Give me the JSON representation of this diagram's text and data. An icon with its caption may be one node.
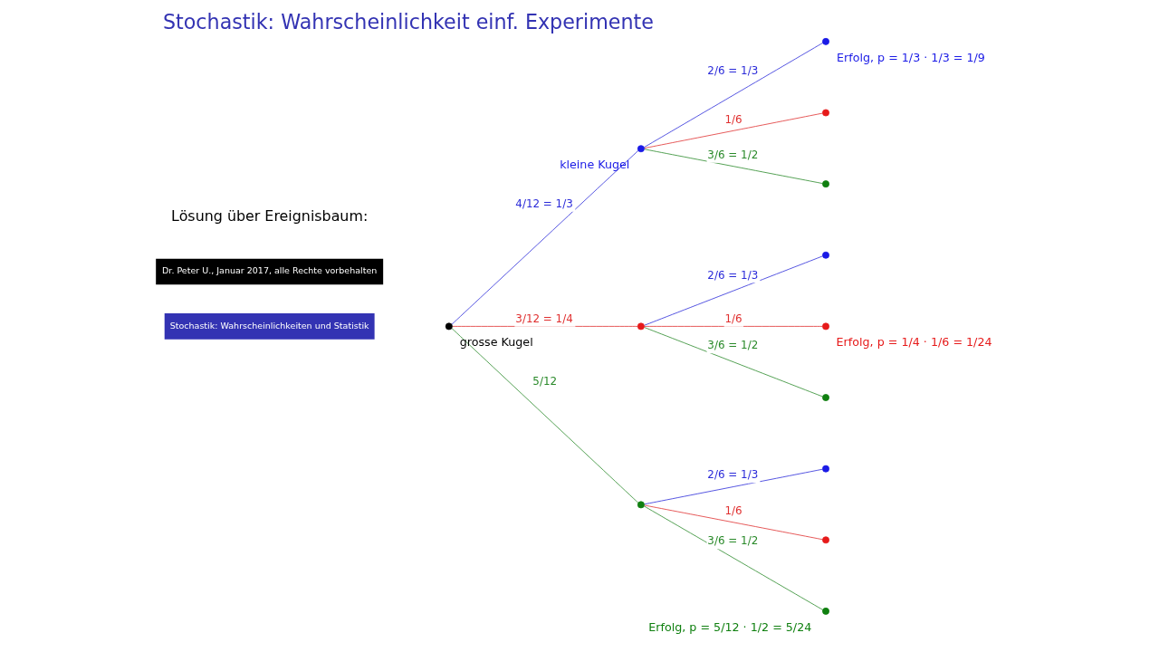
{
  "diagram": {
    "title": "Stochastik: Wahrscheinlichkeit einf. Experimente",
    "nodes": [
      {
        "text": [],
        "shape": "circle",
        "beside": [
          "grosse Kugel"
        ]
      },
      {
        "text": [],
        "shape": "circle",
        "beside": [
          "kleine Kugel"
        ]
      },
      {
        "text": [],
        "shape": "circle"
      },
      {
        "text": [],
        "shape": "circle"
      },
      {
        "text": [],
        "shape": "circle",
        "beside": [
          "Erfolg, p = 1/3 · 1/3 = 1/9"
        ]
      },
      {
        "text": [],
        "shape": "circle"
      },
      {
        "text": [],
        "shape": "circle"
      },
      {
        "text": [],
        "shape": "circle"
      },
      {
        "text": [],
        "shape": "circle",
        "beside": [
          "Erfolg, p = 1/4 · 1/6 = 1/24"
        ]
      },
      {
        "text": [],
        "shape": "circle"
      },
      {
        "text": [],
        "shape": "circle"
      },
      {
        "text": [],
        "shape": "circle"
      },
      {
        "text": [],
        "shape": "circle",
        "beside": [
          "Erfolg, p = 5/12 · 1/2 = 5/24"
        ]
      }
    ],
    "edges": [
      {
        "from": 0,
        "to": 1,
        "arrow": "none",
        "label": "4/12 = 1/3",
        "color": "#2b2bd9"
      },
      {
        "from": 0,
        "to": 2,
        "arrow": "none",
        "label": "3/12 = 1/4",
        "color": "#e03030"
      },
      {
        "from": 0,
        "to": 3,
        "arrow": "none",
        "label": "5/12",
        "color": "#2a8a2a"
      },
      {
        "from": 1,
        "to": 4,
        "arrow": "none",
        "label": "2/6 = 1/3",
        "color": "#2b2bd9"
      },
      {
        "from": 1,
        "to": 5,
        "arrow": "none",
        "label": "1/6",
        "color": "#e03030"
      },
      {
        "from": 1,
        "to": 6,
        "arrow": "none",
        "label": "3/6 = 1/2",
        "color": "#2a8a2a"
      },
      {
        "from": 2,
        "to": 7,
        "arrow": "none",
        "label": "2/6 = 1/3",
        "color": "#2b2bd9"
      },
      {
        "from": 2,
        "to": 8,
        "arrow": "none",
        "label": "1/6",
        "color": "#e03030"
      },
      {
        "from": 2,
        "to": 9,
        "arrow": "none",
        "label": "3/6 = 1/2",
        "color": "#2a8a2a"
      },
      {
        "from": 3,
        "to": 10,
        "arrow": "none",
        "label": "2/6 = 1/3",
        "color": "#2b2bd9"
      },
      {
        "from": 3,
        "to": 11,
        "arrow": "none",
        "label": "1/6",
        "color": "#e03030"
      },
      {
        "from": 3,
        "to": 12,
        "arrow": "none",
        "label": "3/6 = 1/2",
        "color": "#2a8a2a"
      }
    ],
    "labels": [
      "Lösung über Ereignisbaum:",
      "Dr. Peter U., Januar 2017, alle Rechte vorbehalten",
      "Stochastik: Wahrscheinlichkeiten und Statistik"
    ]
  }
}
